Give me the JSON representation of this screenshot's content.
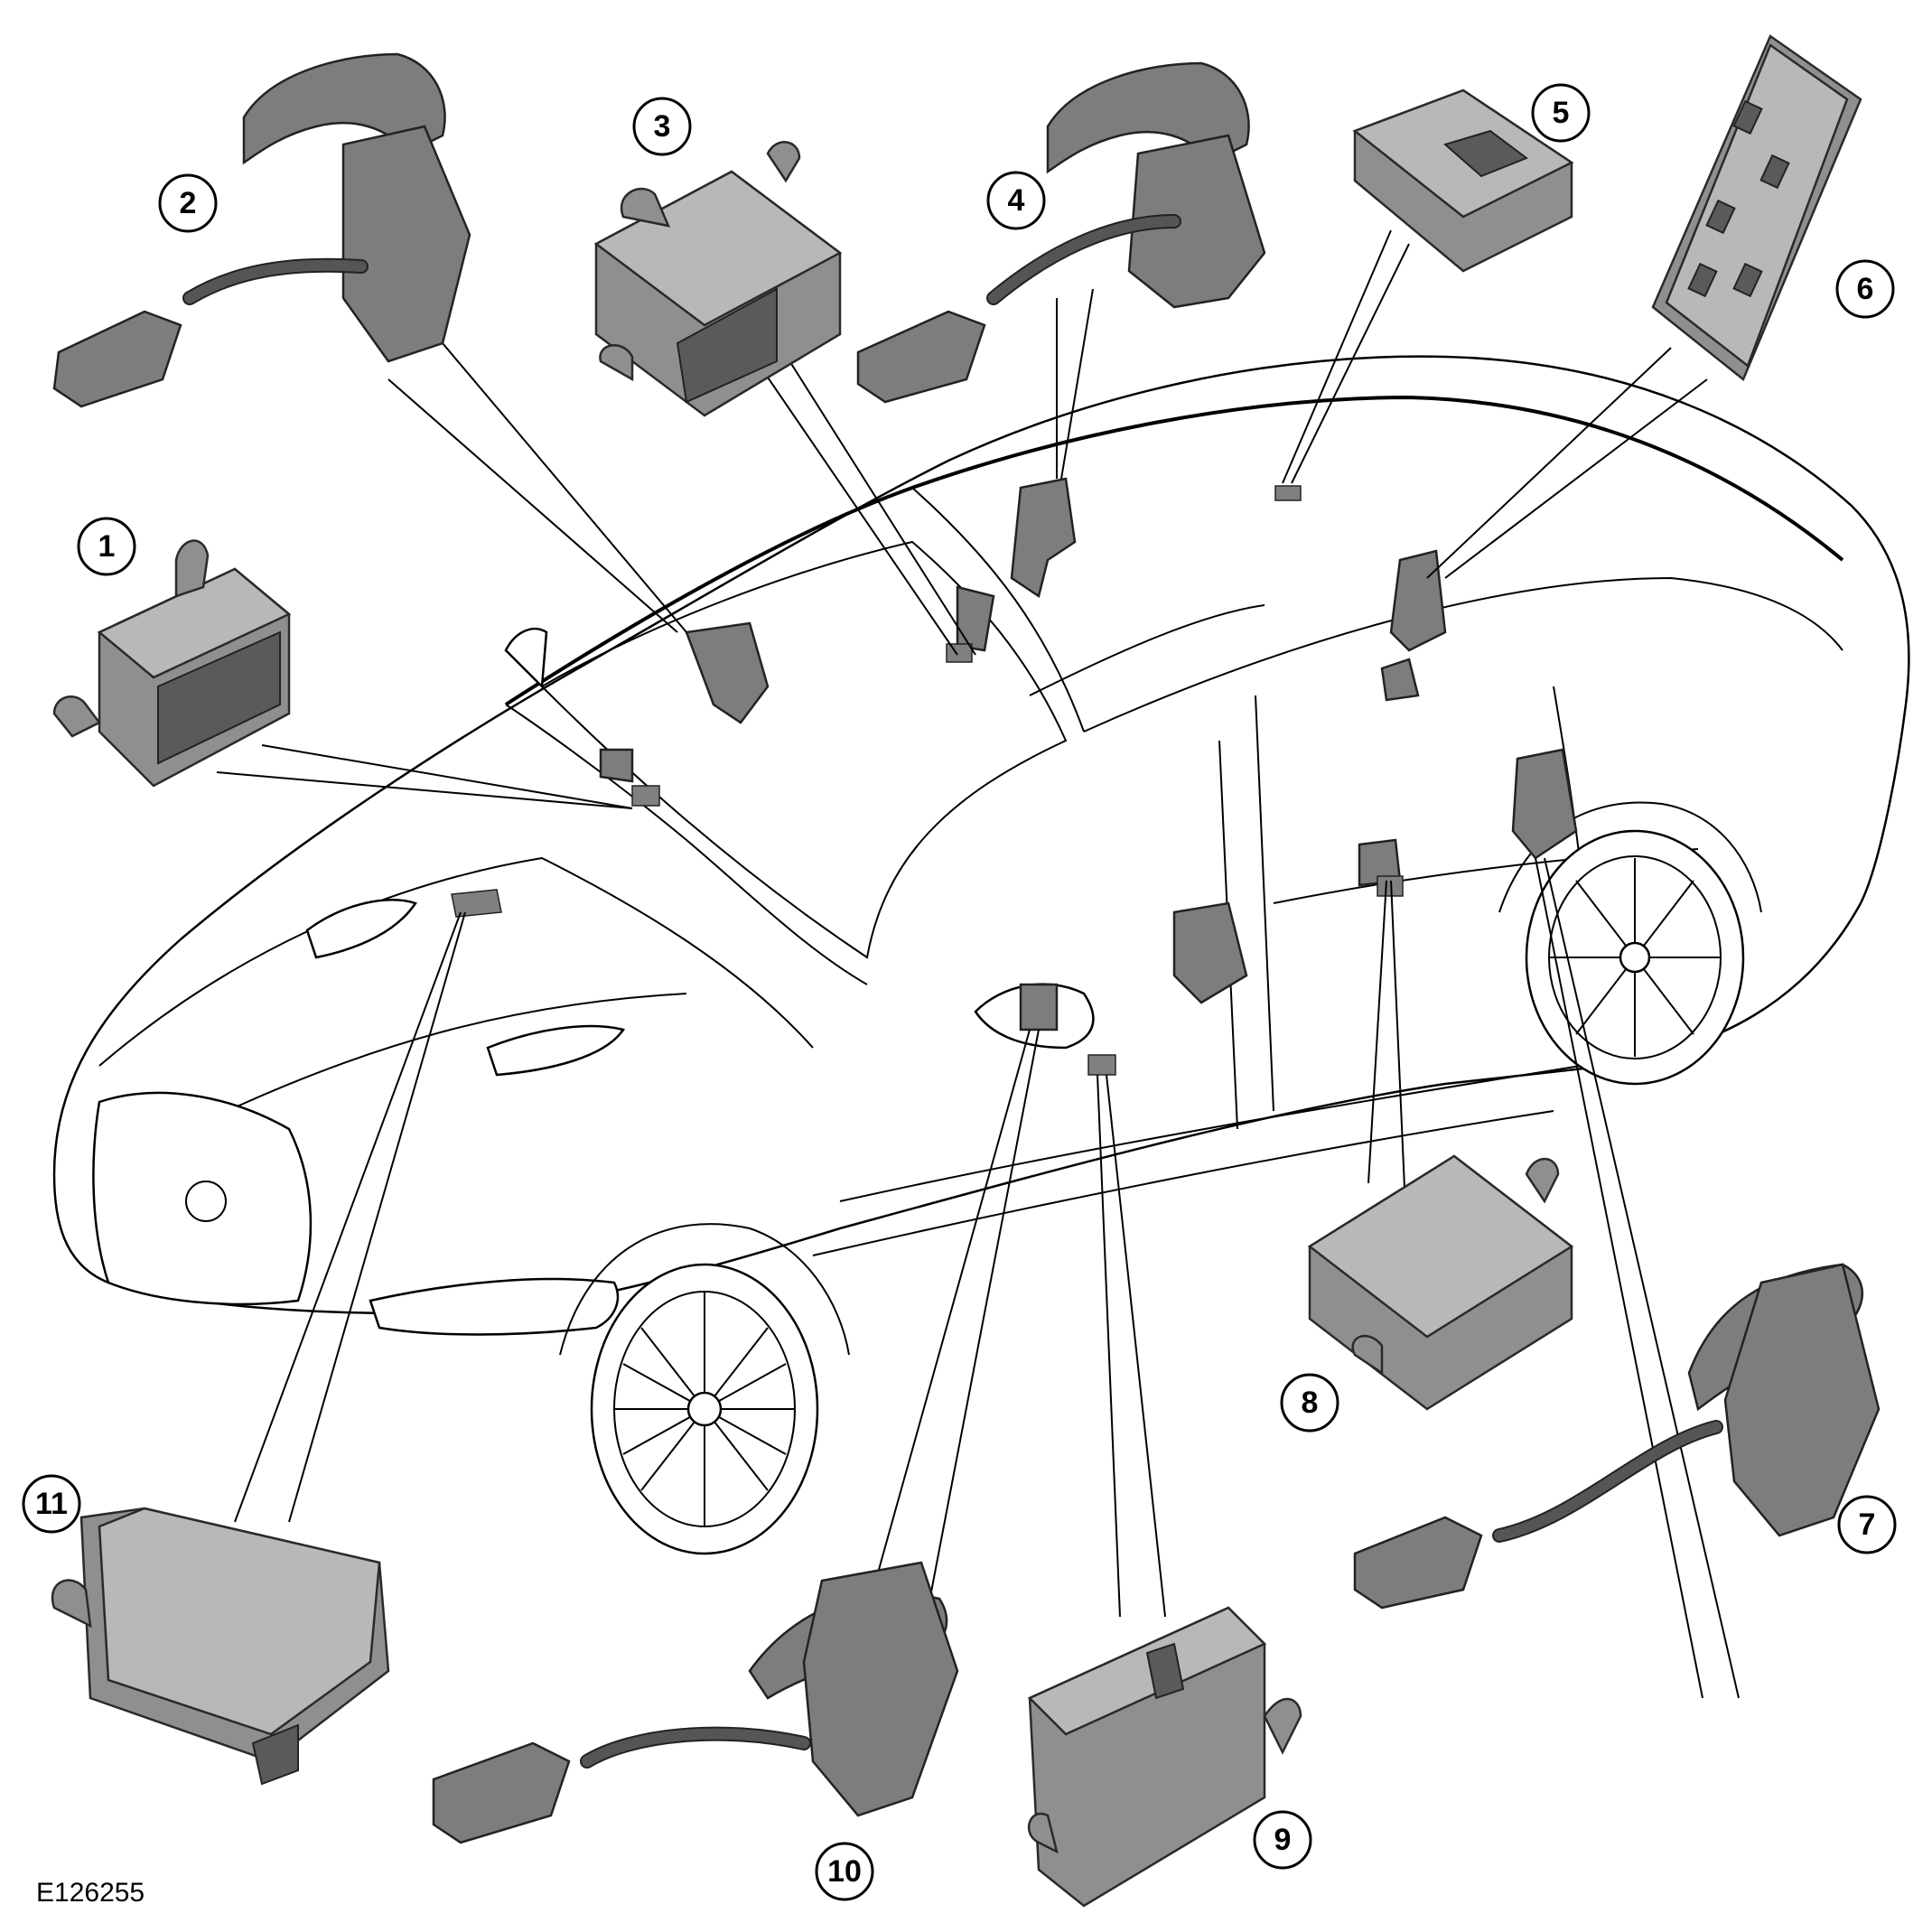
{
  "figure_id": "E126255",
  "callouts": [
    {
      "number": "1"
    },
    {
      "number": "2"
    },
    {
      "number": "3"
    },
    {
      "number": "4"
    },
    {
      "number": "5"
    },
    {
      "number": "6"
    },
    {
      "number": "7"
    },
    {
      "number": "8"
    },
    {
      "number": "9"
    },
    {
      "number": "10"
    },
    {
      "number": "11"
    }
  ]
}
